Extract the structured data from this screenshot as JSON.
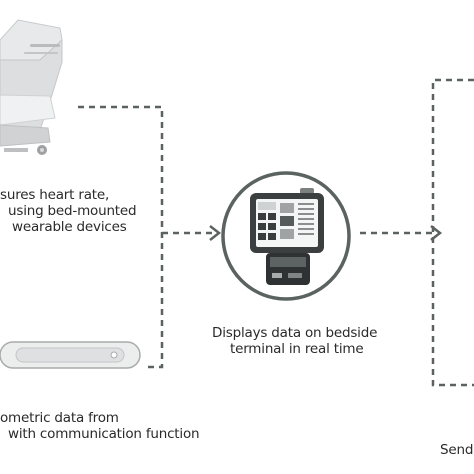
{
  "labels": {
    "heart_rate": [
      "sures heart rate,",
      "using bed-mounted",
      "wearable devices"
    ],
    "bedside": [
      "Displays data on bedside",
      "terminal in real time"
    ],
    "biometric": [
      "ometric data from",
      "with communication function"
    ],
    "send": "Send"
  },
  "colors": {
    "connector": "#5b6360",
    "circle_stroke": "#5b6360",
    "text": "#2a2a2a"
  },
  "icons": [
    "hospital-bed-icon",
    "bedside-terminal-icon",
    "wearable-band-icon"
  ]
}
